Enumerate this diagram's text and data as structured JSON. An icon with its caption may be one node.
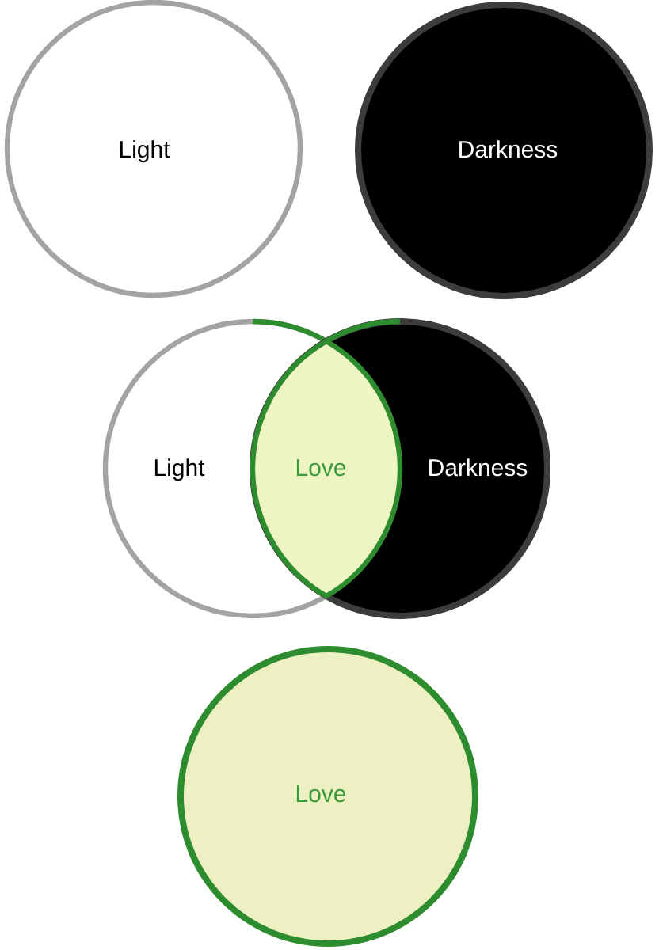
{
  "diagram": {
    "nodes": [
      {
        "text": [
          "Light"
        ]
      },
      {
        "text": [
          "Darkness"
        ]
      },
      {
        "text": [
          "Light"
        ]
      },
      {
        "text": [
          "Darkness"
        ]
      },
      {
        "text": [
          "Love"
        ]
      },
      {
        "text": [
          "Love"
        ]
      }
    ]
  }
}
